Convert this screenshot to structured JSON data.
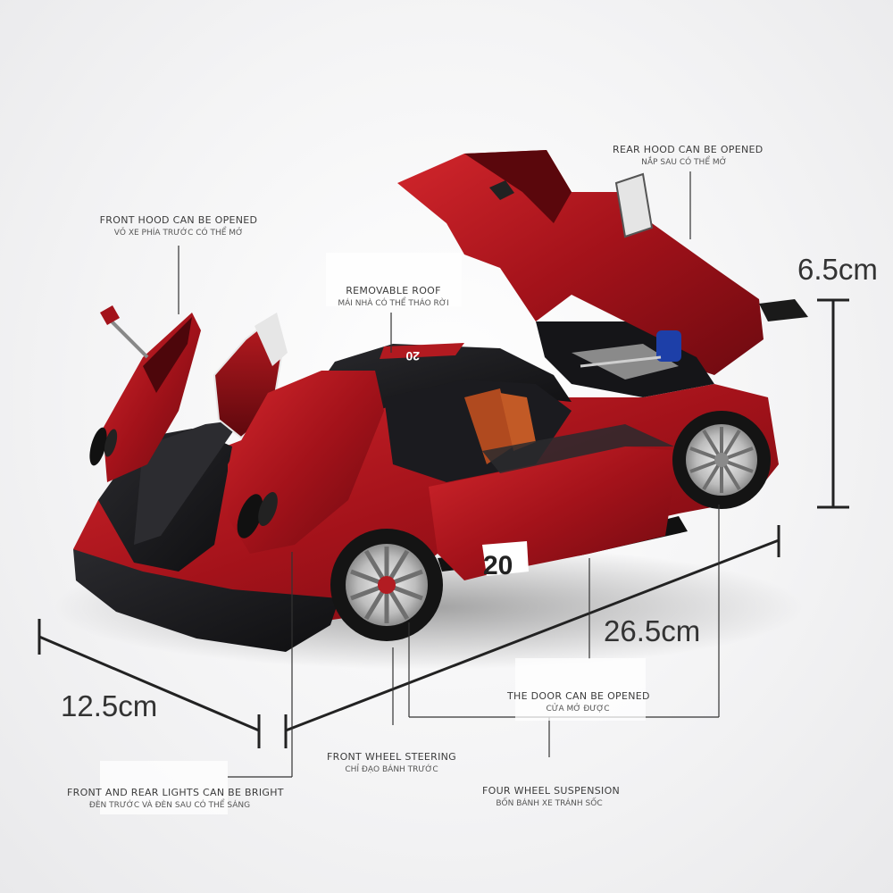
{
  "colors": {
    "body_red": "#a3121a",
    "carbon": "#1c1c1f",
    "line": "#222222",
    "text": "#3c3c3c"
  },
  "dimensions": {
    "height": "6.5cm",
    "length": "26.5cm",
    "width": "12.5cm"
  },
  "number_plate": "20",
  "roof_number": "20",
  "labels": {
    "rear_hood": {
      "en": "REAR HOOD CAN BE OPENED",
      "vi": "NẮP SAU CÓ THỂ MỞ"
    },
    "front_hood": {
      "en": "FRONT HOOD CAN BE OPENED",
      "vi": "VỎ XE PHÍA TRƯỚC CÓ THỂ MỞ"
    },
    "roof": {
      "en": "REMOVABLE ROOF",
      "vi": "MÁI NHÀ CÓ THỂ THÁO RỜI"
    },
    "door": {
      "en": "THE DOOR CAN BE OPENED",
      "vi": "CỬA MỞ ĐƯỢC"
    },
    "steering": {
      "en": "FRONT WHEEL STEERING",
      "vi": "CHỈ ĐẠO BÁNH TRƯỚC"
    },
    "suspension": {
      "en": "FOUR WHEEL SUSPENSION",
      "vi": "BỐN BÁNH XE TRÁNH SỐC"
    },
    "lights": {
      "en": "FRONT AND REAR LIGHTS CAN BE BRIGHT",
      "vi": "ĐÈN TRƯỚC VÀ ĐÈN SAU CÓ THỂ SÁNG"
    }
  }
}
